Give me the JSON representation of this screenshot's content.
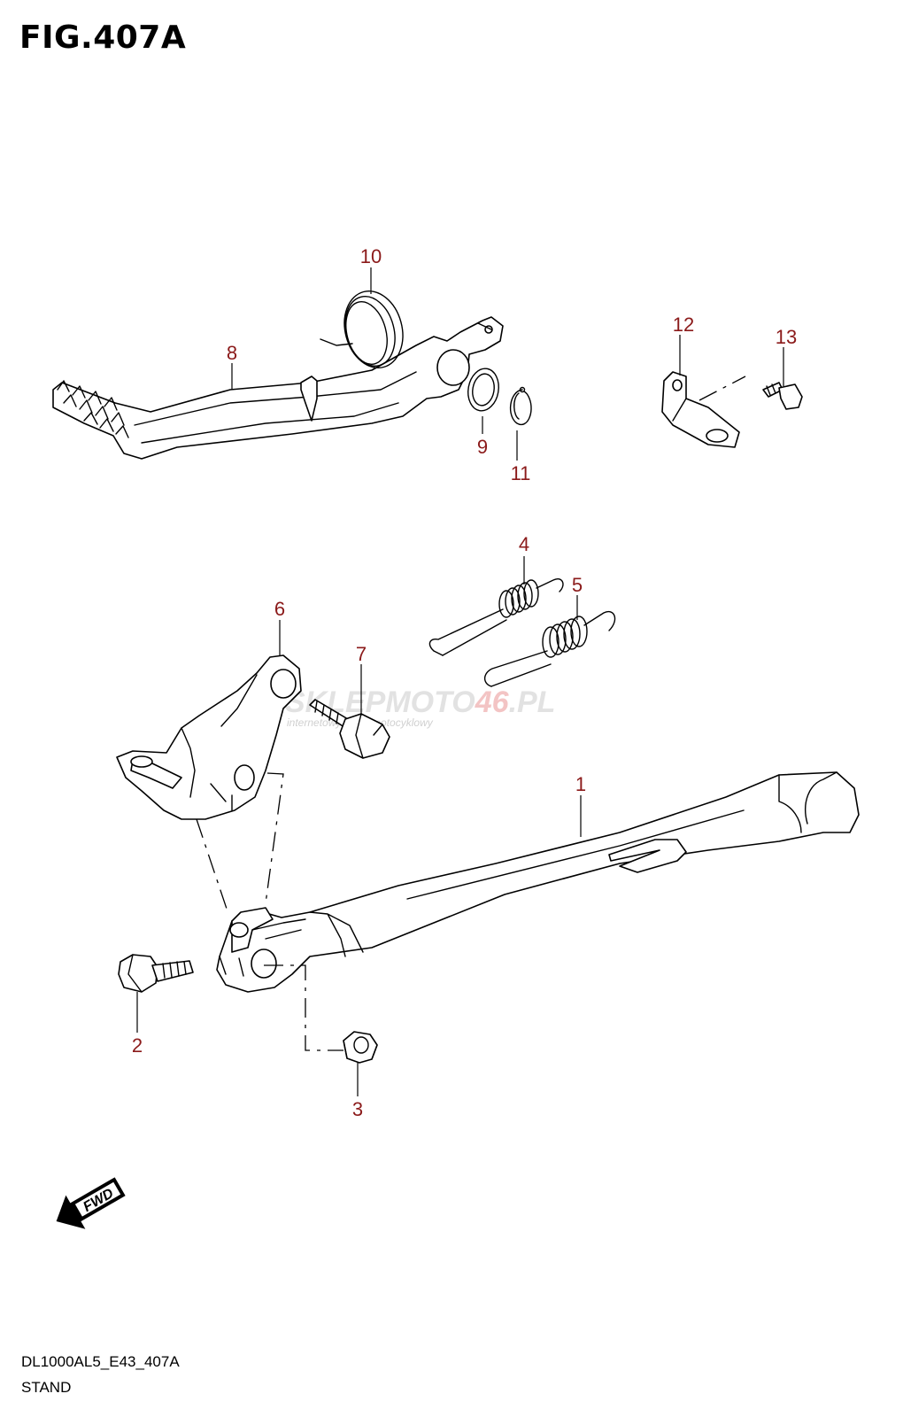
{
  "figure": {
    "title": "FIG.407A",
    "model_code": "DL1000AL5_E43_407A",
    "name": "STAND",
    "callout_color": "#8b1a1a"
  },
  "callouts": {
    "c1": "1",
    "c2": "2",
    "c3": "3",
    "c4": "4",
    "c5": "5",
    "c6": "6",
    "c7": "7",
    "c8": "8",
    "c9": "9",
    "c10": "10",
    "c11": "11",
    "c12": "12",
    "c13": "13"
  },
  "direction_marker": {
    "label": "FWD",
    "icon": "fwd-arrow-icon"
  },
  "watermark": {
    "brand_a": "SKLEPMOTO",
    "brand_b": "46",
    "brand_c": ".PL",
    "tagline": "internetowy sklep motocyklowy"
  }
}
